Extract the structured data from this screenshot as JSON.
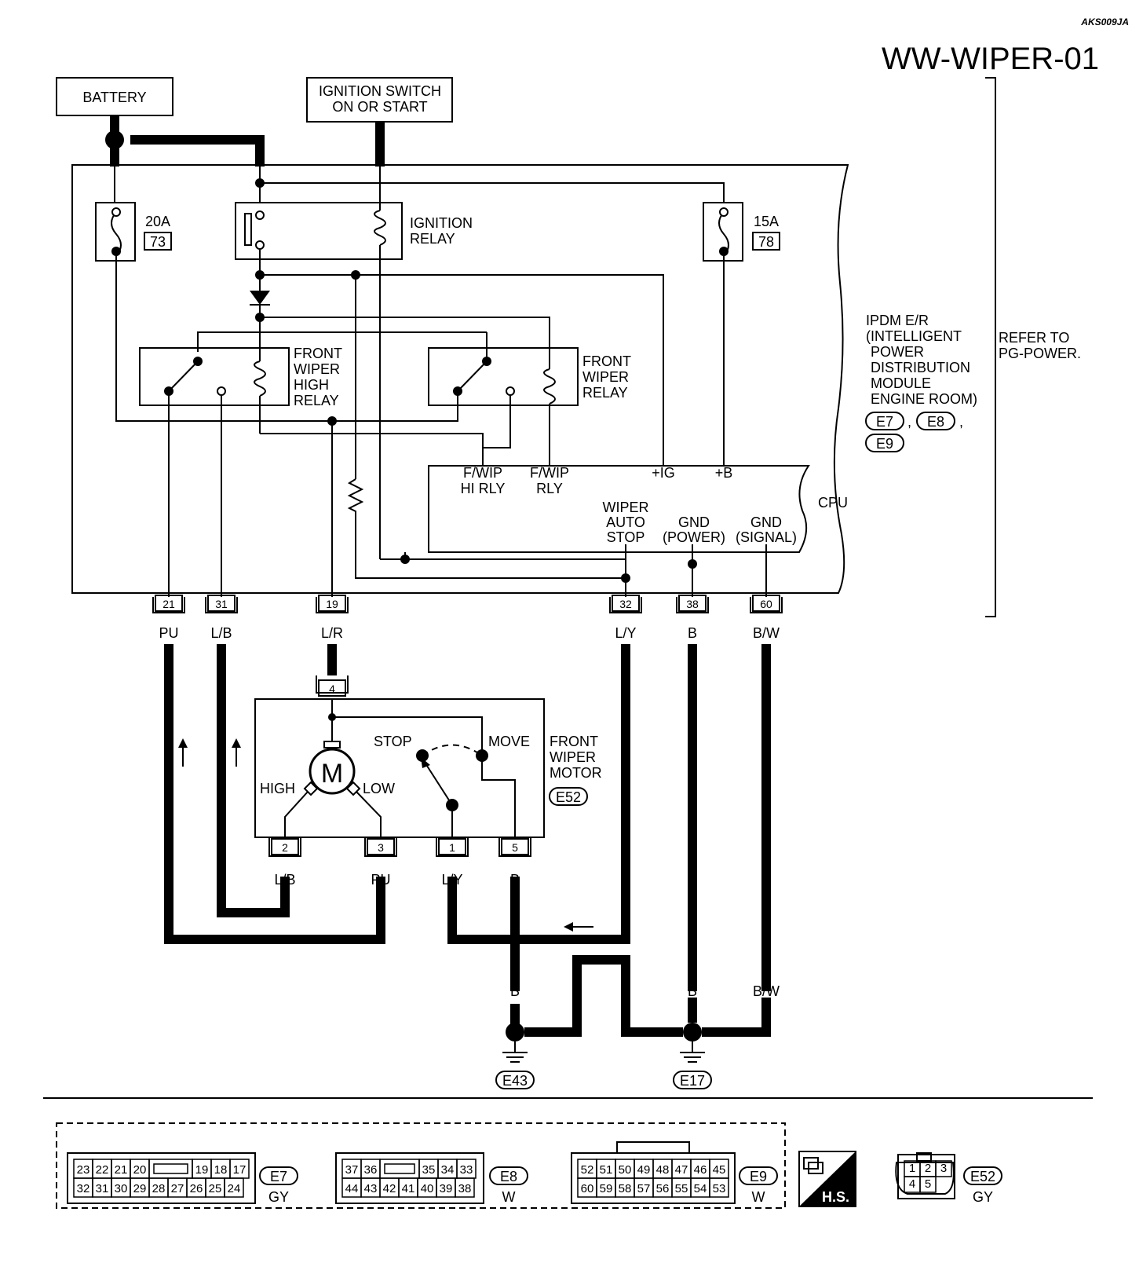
{
  "header": {
    "code": "AKS009JA",
    "title": "WW-WIPER-01"
  },
  "sources": {
    "battery": "BATTERY",
    "ignition_line1": "IGNITION SWITCH",
    "ignition_line2": "ON OR START"
  },
  "fuses": [
    {
      "amps": "20A",
      "number": "73"
    },
    {
      "amps": "15A",
      "number": "78"
    }
  ],
  "relays": {
    "ignition": [
      "IGNITION",
      "RELAY"
    ],
    "high": [
      "FRONT",
      "WIPER",
      "HIGH",
      "RELAY"
    ],
    "main": [
      "FRONT",
      "WIPER",
      "RELAY"
    ]
  },
  "ipdm": {
    "lines": [
      "IPDM E/R",
      "(INTELLIGENT",
      "POWER",
      "DISTRIBUTION",
      "MODULE",
      "ENGINE ROOM)"
    ],
    "connectors": [
      "E7",
      "E8",
      "E9"
    ],
    "refer_lines": [
      "REFER TO",
      "PG-POWER."
    ]
  },
  "cpu": {
    "label": "CPU",
    "fwip_hi": [
      "F/WIP",
      "HI RLY"
    ],
    "fwip": [
      "F/WIP",
      "RLY"
    ],
    "ig": "+IG",
    "b": "+B",
    "auto_stop": [
      "WIPER",
      "AUTO",
      "STOP"
    ],
    "gnd_power": [
      "GND",
      "(POWER)"
    ],
    "gnd_signal": [
      "GND",
      "(SIGNAL)"
    ]
  },
  "ipdm_terminals": [
    {
      "pin": "21",
      "wire": "PU"
    },
    {
      "pin": "31",
      "wire": "L/B"
    },
    {
      "pin": "19",
      "wire": "L/R"
    },
    {
      "pin": "32",
      "wire": "L/Y"
    },
    {
      "pin": "38",
      "wire": "B"
    },
    {
      "pin": "60",
      "wire": "B/W"
    }
  ],
  "motor": {
    "name_lines": [
      "FRONT",
      "WIPER",
      "MOTOR"
    ],
    "connector": "E52",
    "symbol": "M",
    "high": "HIGH",
    "low": "LOW",
    "stop": "STOP",
    "move": "MOVE",
    "top_pin": "4",
    "terminals": [
      {
        "pin": "2",
        "wire": "L/B"
      },
      {
        "pin": "3",
        "wire": "PU"
      },
      {
        "pin": "1",
        "wire": "L/Y"
      },
      {
        "pin": "5",
        "wire": "B"
      }
    ]
  },
  "ground_wires": [
    "B",
    "B",
    "B",
    "B",
    "B/W"
  ],
  "grounds": [
    "E43",
    "E17"
  ],
  "connector_views": {
    "e7": {
      "id": "E7",
      "color": "GY",
      "top": [
        "23",
        "22",
        "21",
        "20",
        "",
        "19",
        "18",
        "17"
      ],
      "bottom": [
        "32",
        "31",
        "30",
        "29",
        "28",
        "27",
        "26",
        "25",
        "24"
      ]
    },
    "e8": {
      "id": "E8",
      "color": "W",
      "top": [
        "37",
        "36",
        "",
        "35",
        "34",
        "33"
      ],
      "bottom": [
        "44",
        "43",
        "42",
        "41",
        "40",
        "39",
        "38"
      ]
    },
    "e9": {
      "id": "E9",
      "color": "W",
      "top": [
        "52",
        "51",
        "50",
        "49",
        "48",
        "47",
        "46",
        "45"
      ],
      "bottom": [
        "60",
        "59",
        "58",
        "57",
        "56",
        "55",
        "54",
        "53"
      ]
    },
    "hs": "H.S.",
    "e52": {
      "id": "E52",
      "color": "GY",
      "top": [
        "1",
        "2",
        "3"
      ],
      "bottom": [
        "4",
        "5"
      ]
    }
  }
}
